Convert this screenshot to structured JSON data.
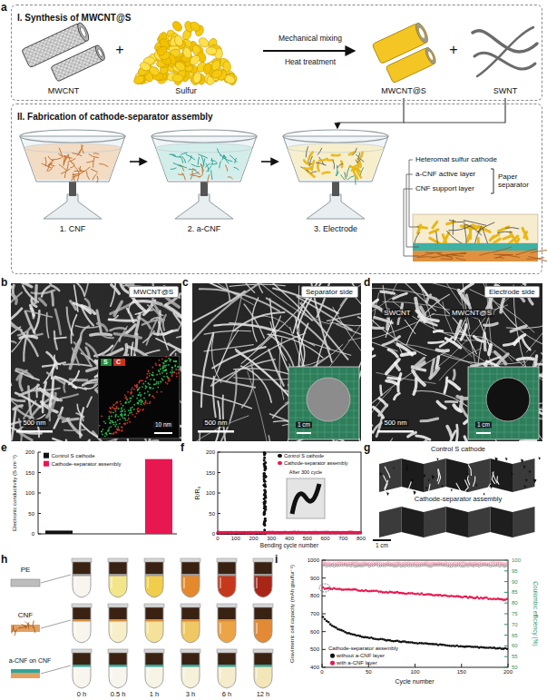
{
  "diagram": {
    "nodes": [
      {
        "text": [
          "I. Synthesis of MWCNT@S"
        ]
      },
      {
        "text": [
          "II. Fabrication of cathode-separator assembly"
        ]
      },
      {
        "text": [
          "MWCNT@S"
        ]
      },
      {
        "text": [
          "S"
        ]
      },
      {
        "text": [
          "C"
        ]
      },
      {
        "text": [
          "Separator side"
        ]
      },
      {
        "text": [
          "Electrode side"
        ]
      }
    ],
    "labels": [
      "a",
      "MWCNT",
      "+",
      "Sulfur",
      "Mechanical mixing",
      "Heat treatment",
      "MWCNT@S",
      "+",
      "SWNT",
      "1. CNF",
      "2. a-CNF",
      "3. Electrode",
      "Heteromat sulfur cathode",
      "a-CNF active layer",
      "CNF support layer",
      "Paper separator",
      "b",
      "500 nm",
      "10 nm",
      "c",
      "500 nm",
      "1 cm",
      "d",
      "SWCNT",
      "MWCNT@S",
      "500 nm",
      "1 cm",
      "e",
      "Electronic conductivity (S cm⁻¹)",
      "0",
      "50",
      "100",
      "150",
      "200",
      "f",
      "R/R₀",
      "0",
      "50",
      "100",
      "150",
      "200",
      "0",
      "100",
      "200",
      "300",
      "400",
      "500",
      "600",
      "700",
      "800",
      "Bending cycle number",
      "After 300 cycle",
      "g",
      "Control S cathode",
      "Cathode-separator assembly",
      "1 cm",
      "h",
      "PE",
      "CNF",
      "a-CNF on CNF",
      "0 h",
      "0.5 h",
      "1 h",
      "3 h",
      "6 h",
      "12 h",
      "i",
      "Gravimetric cell capacity (mAh gsulfur⁻¹)",
      "1000",
      "900",
      "800",
      "700",
      "600",
      "500",
      "400",
      "0",
      "50",
      "100",
      "150",
      "200",
      "Cycle number",
      "Coulombic efficiency (%)",
      "100",
      "95",
      "90",
      "85",
      "80",
      "75",
      "70",
      "65",
      "60",
      "55",
      "50",
      "Cathode-separator assembly"
    ],
    "legend": [
      {
        "text": "Control S cathode",
        "color": "#111111"
      },
      {
        "text": "Cathode-separator assembly",
        "color": "#e8174f"
      },
      {
        "text": "Control S cathode",
        "color": "#111111"
      },
      {
        "text": "Cathode-separator assembly",
        "color": "#e8174f"
      },
      {
        "text": "without a-CNF layer",
        "color": "#111111"
      },
      {
        "text": "with a-CNF layer",
        "color": "#e8174f"
      }
    ]
  }
}
